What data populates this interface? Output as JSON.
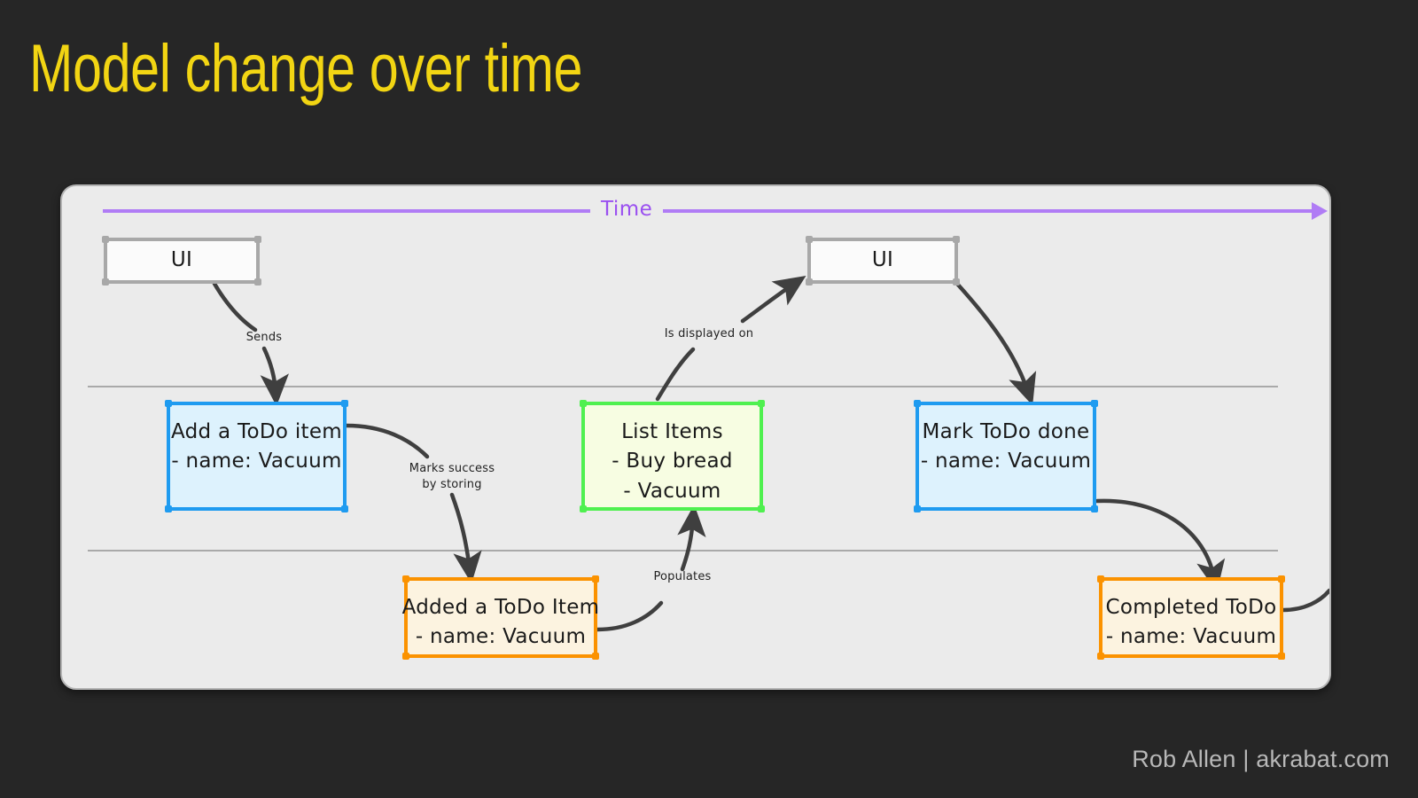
{
  "slide": {
    "title": "Model change over time",
    "title_color": "#f2d513",
    "background_color": "#262626",
    "footer": "Rob Allen | akrabat.com"
  },
  "diagram": {
    "panel_background": "#ebebeb",
    "time_axis": {
      "label": "Time",
      "color": "#9a4ff0",
      "direction": "left-to-right"
    },
    "nodes": [
      {
        "id": "ui-left",
        "kind": "ui",
        "border_color": "#a8a8a8",
        "fill_color": "#fbfbfb",
        "lines": [
          "UI"
        ]
      },
      {
        "id": "ui-right",
        "kind": "ui",
        "border_color": "#a8a8a8",
        "fill_color": "#fbfbfb",
        "lines": [
          "UI"
        ]
      },
      {
        "id": "add-todo-command",
        "kind": "command",
        "border_color": "#1e9bf0",
        "fill_color": "#ddf2fd",
        "lines": [
          "Add a ToDo item",
          "- name: Vacuum"
        ]
      },
      {
        "id": "list-items-view",
        "kind": "view",
        "border_color": "#4ff04f",
        "fill_color": "#f7fde2",
        "lines": [
          "List Items",
          "- Buy bread",
          "- Vacuum"
        ]
      },
      {
        "id": "mark-todo-done-command",
        "kind": "command",
        "border_color": "#1e9bf0",
        "fill_color": "#ddf2fd",
        "lines": [
          "Mark ToDo done",
          "- name: Vacuum"
        ]
      },
      {
        "id": "added-todo-event",
        "kind": "event",
        "border_color": "#fb9200",
        "fill_color": "#fcf3e0",
        "lines": [
          "Added a ToDo Item",
          "- name: Vacuum"
        ]
      },
      {
        "id": "completed-todo-event",
        "kind": "event",
        "border_color": "#fb9200",
        "fill_color": "#fcf3e0",
        "lines": [
          "Completed ToDo",
          "- name: Vacuum"
        ]
      }
    ],
    "edge_labels": [
      {
        "id": "sends",
        "lines": [
          "Sends"
        ]
      },
      {
        "id": "marks-success",
        "lines": [
          "Marks success",
          "by storing"
        ]
      },
      {
        "id": "is-displayed-on",
        "lines": [
          "Is displayed on"
        ]
      },
      {
        "id": "populates",
        "lines": [
          "Populates"
        ]
      }
    ]
  }
}
